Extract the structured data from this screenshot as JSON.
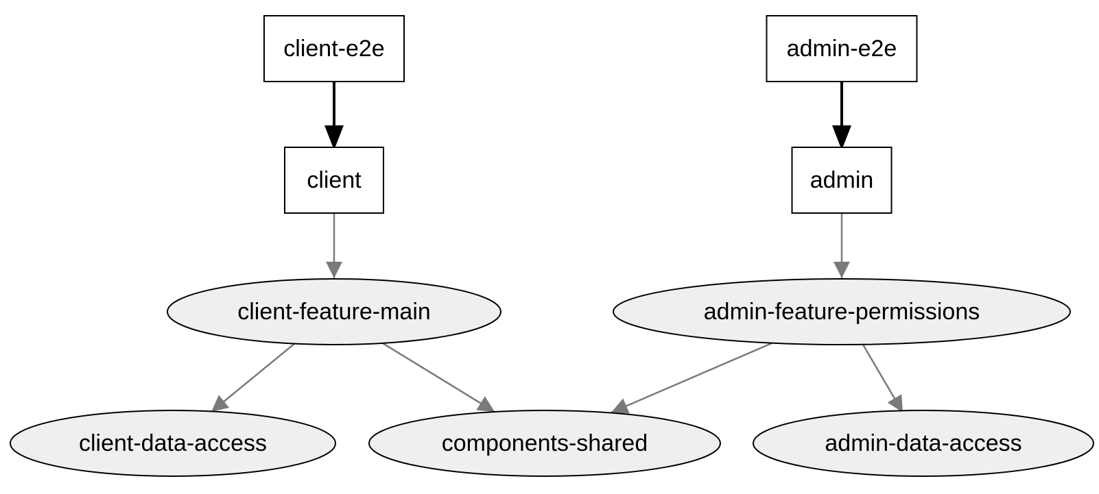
{
  "graph": {
    "nodes": [
      {
        "id": "client-e2e",
        "label": "client-e2e",
        "shape": "box"
      },
      {
        "id": "admin-e2e",
        "label": "admin-e2e",
        "shape": "box"
      },
      {
        "id": "client",
        "label": "client",
        "shape": "box"
      },
      {
        "id": "admin",
        "label": "admin",
        "shape": "box"
      },
      {
        "id": "client-feature-main",
        "label": "client-feature-main",
        "shape": "ellipse"
      },
      {
        "id": "admin-feature-permissions",
        "label": "admin-feature-permissions",
        "shape": "ellipse"
      },
      {
        "id": "client-data-access",
        "label": "client-data-access",
        "shape": "ellipse"
      },
      {
        "id": "components-shared",
        "label": "components-shared",
        "shape": "ellipse"
      },
      {
        "id": "admin-data-access",
        "label": "admin-data-access",
        "shape": "ellipse"
      }
    ],
    "edges": [
      {
        "from": "client-e2e",
        "to": "client",
        "style": "implicit"
      },
      {
        "from": "admin-e2e",
        "to": "admin",
        "style": "implicit"
      },
      {
        "from": "client",
        "to": "client-feature-main",
        "style": "normal"
      },
      {
        "from": "admin",
        "to": "admin-feature-permissions",
        "style": "normal"
      },
      {
        "from": "client-feature-main",
        "to": "client-data-access",
        "style": "normal"
      },
      {
        "from": "client-feature-main",
        "to": "components-shared",
        "style": "normal"
      },
      {
        "from": "admin-feature-permissions",
        "to": "components-shared",
        "style": "normal"
      },
      {
        "from": "admin-feature-permissions",
        "to": "admin-data-access",
        "style": "normal"
      }
    ]
  },
  "colors": {
    "box_fill": "#ffffff",
    "ellipse_fill": "#efefef",
    "node_stroke": "#000000",
    "edge_normal": "#7a7a7a",
    "edge_implicit": "#000000",
    "text": "#000000"
  }
}
